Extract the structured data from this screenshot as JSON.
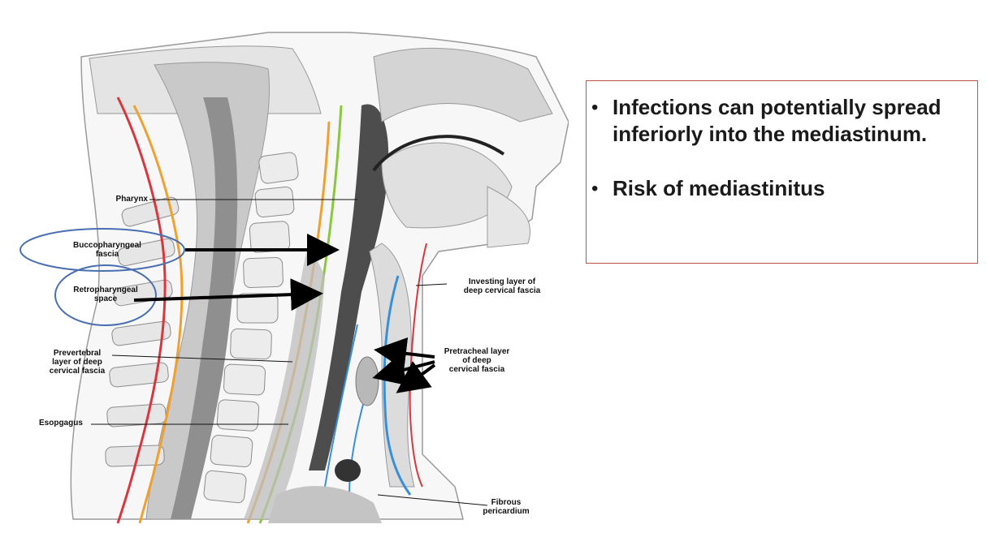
{
  "diagram": {
    "labels": {
      "pharynx": "Pharynx",
      "buccopharyngeal": "Buccopharyngeal\nfascia",
      "retropharyngeal": "Retropharyngeal\nspace",
      "prevertebral": "Prevertebral\nlayer of deep\ncervical fascia",
      "esophagus": "Esopgagus",
      "investing": "Investing layer of\ndeep cervical fascia",
      "pretracheal": "Pretracheal layer\nof deep\ncervical fascia",
      "pericardium": "Fibrous\npericardium"
    },
    "colors": {
      "prevertebral_line": "#d9363e",
      "orange_line": "#f0a030",
      "green_line": "#8cc63f",
      "blue_fascia": "#3a8fd9",
      "ellipse": "#4a6fb0",
      "bone": "#e8e8e8",
      "soft_tissue": "#bdbdbd",
      "airway": "#4d4d4d"
    }
  },
  "bullets": {
    "items": [
      "Infections can potentially spread inferiorly into the mediastinum.",
      "Risk of mediastinitus"
    ]
  }
}
